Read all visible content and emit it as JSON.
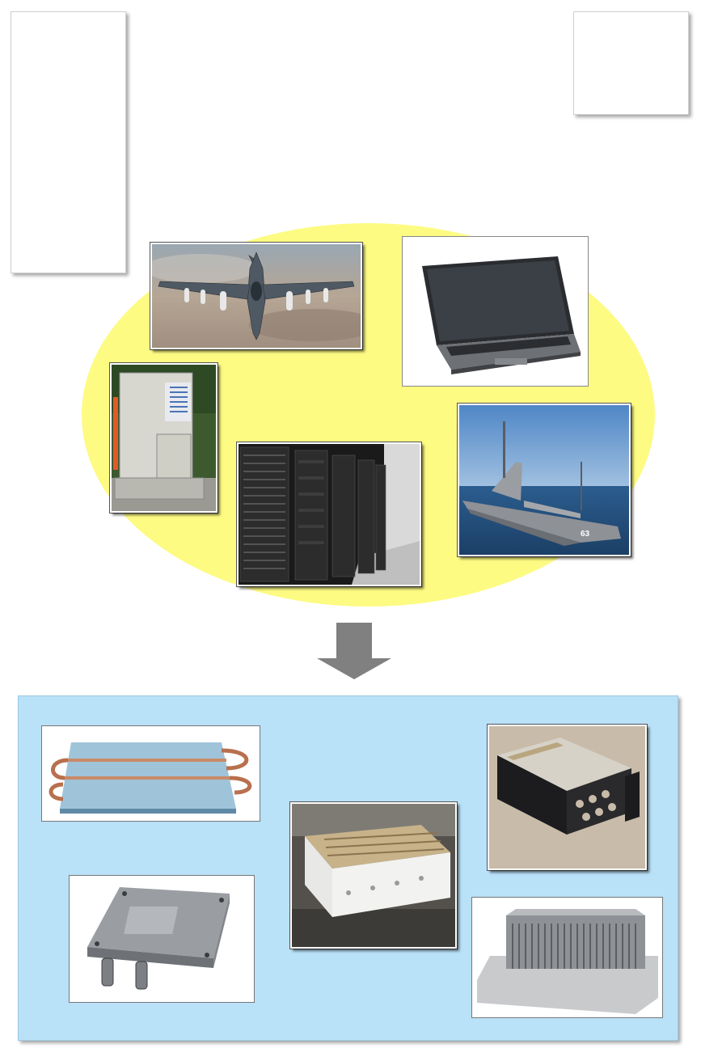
{
  "colors": {
    "ellipse_fill": "#fdfb82",
    "panel_fill": "#b9e1f8",
    "arrow_fill": "#808080"
  },
  "applications": [
    "fighter-jet",
    "laptop",
    "outdoor-cabinet",
    "server-racks",
    "battleship"
  ],
  "cooling_products": [
    "cold-plate-tubed",
    "chassis-enclosure",
    "card-cage",
    "cold-plate-fittings",
    "fin-heat-sink"
  ],
  "ship": {
    "hull_number": "63"
  }
}
